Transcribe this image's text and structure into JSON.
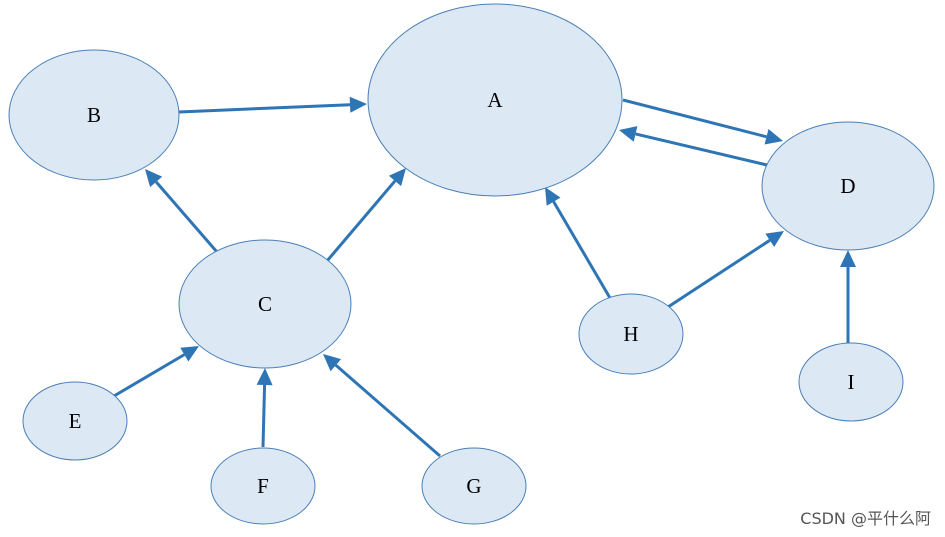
{
  "diagram": {
    "type": "directed-graph",
    "colors": {
      "node_fill": "#dce9f5",
      "node_stroke": "#4a7fb8",
      "edge": "#2e75b6",
      "label": "#000000"
    },
    "nodes": [
      {
        "id": "A",
        "label": "A"
      },
      {
        "id": "B",
        "label": "B"
      },
      {
        "id": "C",
        "label": "C"
      },
      {
        "id": "D",
        "label": "D"
      },
      {
        "id": "E",
        "label": "E"
      },
      {
        "id": "F",
        "label": "F"
      },
      {
        "id": "G",
        "label": "G"
      },
      {
        "id": "H",
        "label": "H"
      },
      {
        "id": "I",
        "label": "I"
      }
    ],
    "edges": [
      {
        "from": "B",
        "to": "A"
      },
      {
        "from": "A",
        "to": "D"
      },
      {
        "from": "D",
        "to": "A"
      },
      {
        "from": "C",
        "to": "B"
      },
      {
        "from": "C",
        "to": "A"
      },
      {
        "from": "H",
        "to": "A"
      },
      {
        "from": "H",
        "to": "D"
      },
      {
        "from": "I",
        "to": "D"
      },
      {
        "from": "E",
        "to": "C"
      },
      {
        "from": "F",
        "to": "C"
      },
      {
        "from": "G",
        "to": "C"
      }
    ]
  },
  "watermark": {
    "text": "CSDN @平什么阿"
  }
}
